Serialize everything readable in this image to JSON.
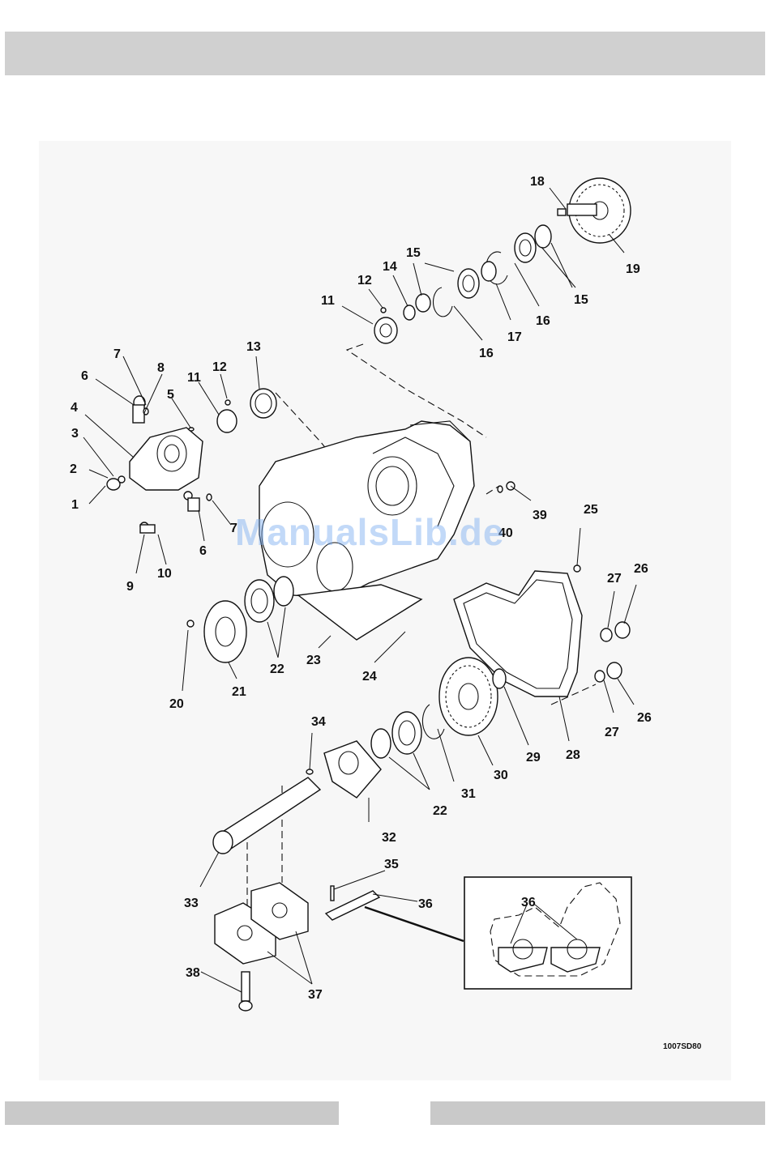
{
  "figure": {
    "figure_code": "1007SD80",
    "watermark": "ManualsLib.de",
    "callouts": [
      "1",
      "2",
      "3",
      "4",
      "5",
      "6",
      "7",
      "8",
      "9",
      "10",
      "11",
      "12",
      "13",
      "14",
      "15",
      "16",
      "17",
      "18",
      "19",
      "20",
      "21",
      "22",
      "23",
      "24",
      "25",
      "26",
      "27",
      "28",
      "29",
      "30",
      "31",
      "32",
      "33",
      "34",
      "35",
      "36",
      "37",
      "38",
      "39",
      "40"
    ]
  },
  "inset": {
    "callout": "36"
  }
}
